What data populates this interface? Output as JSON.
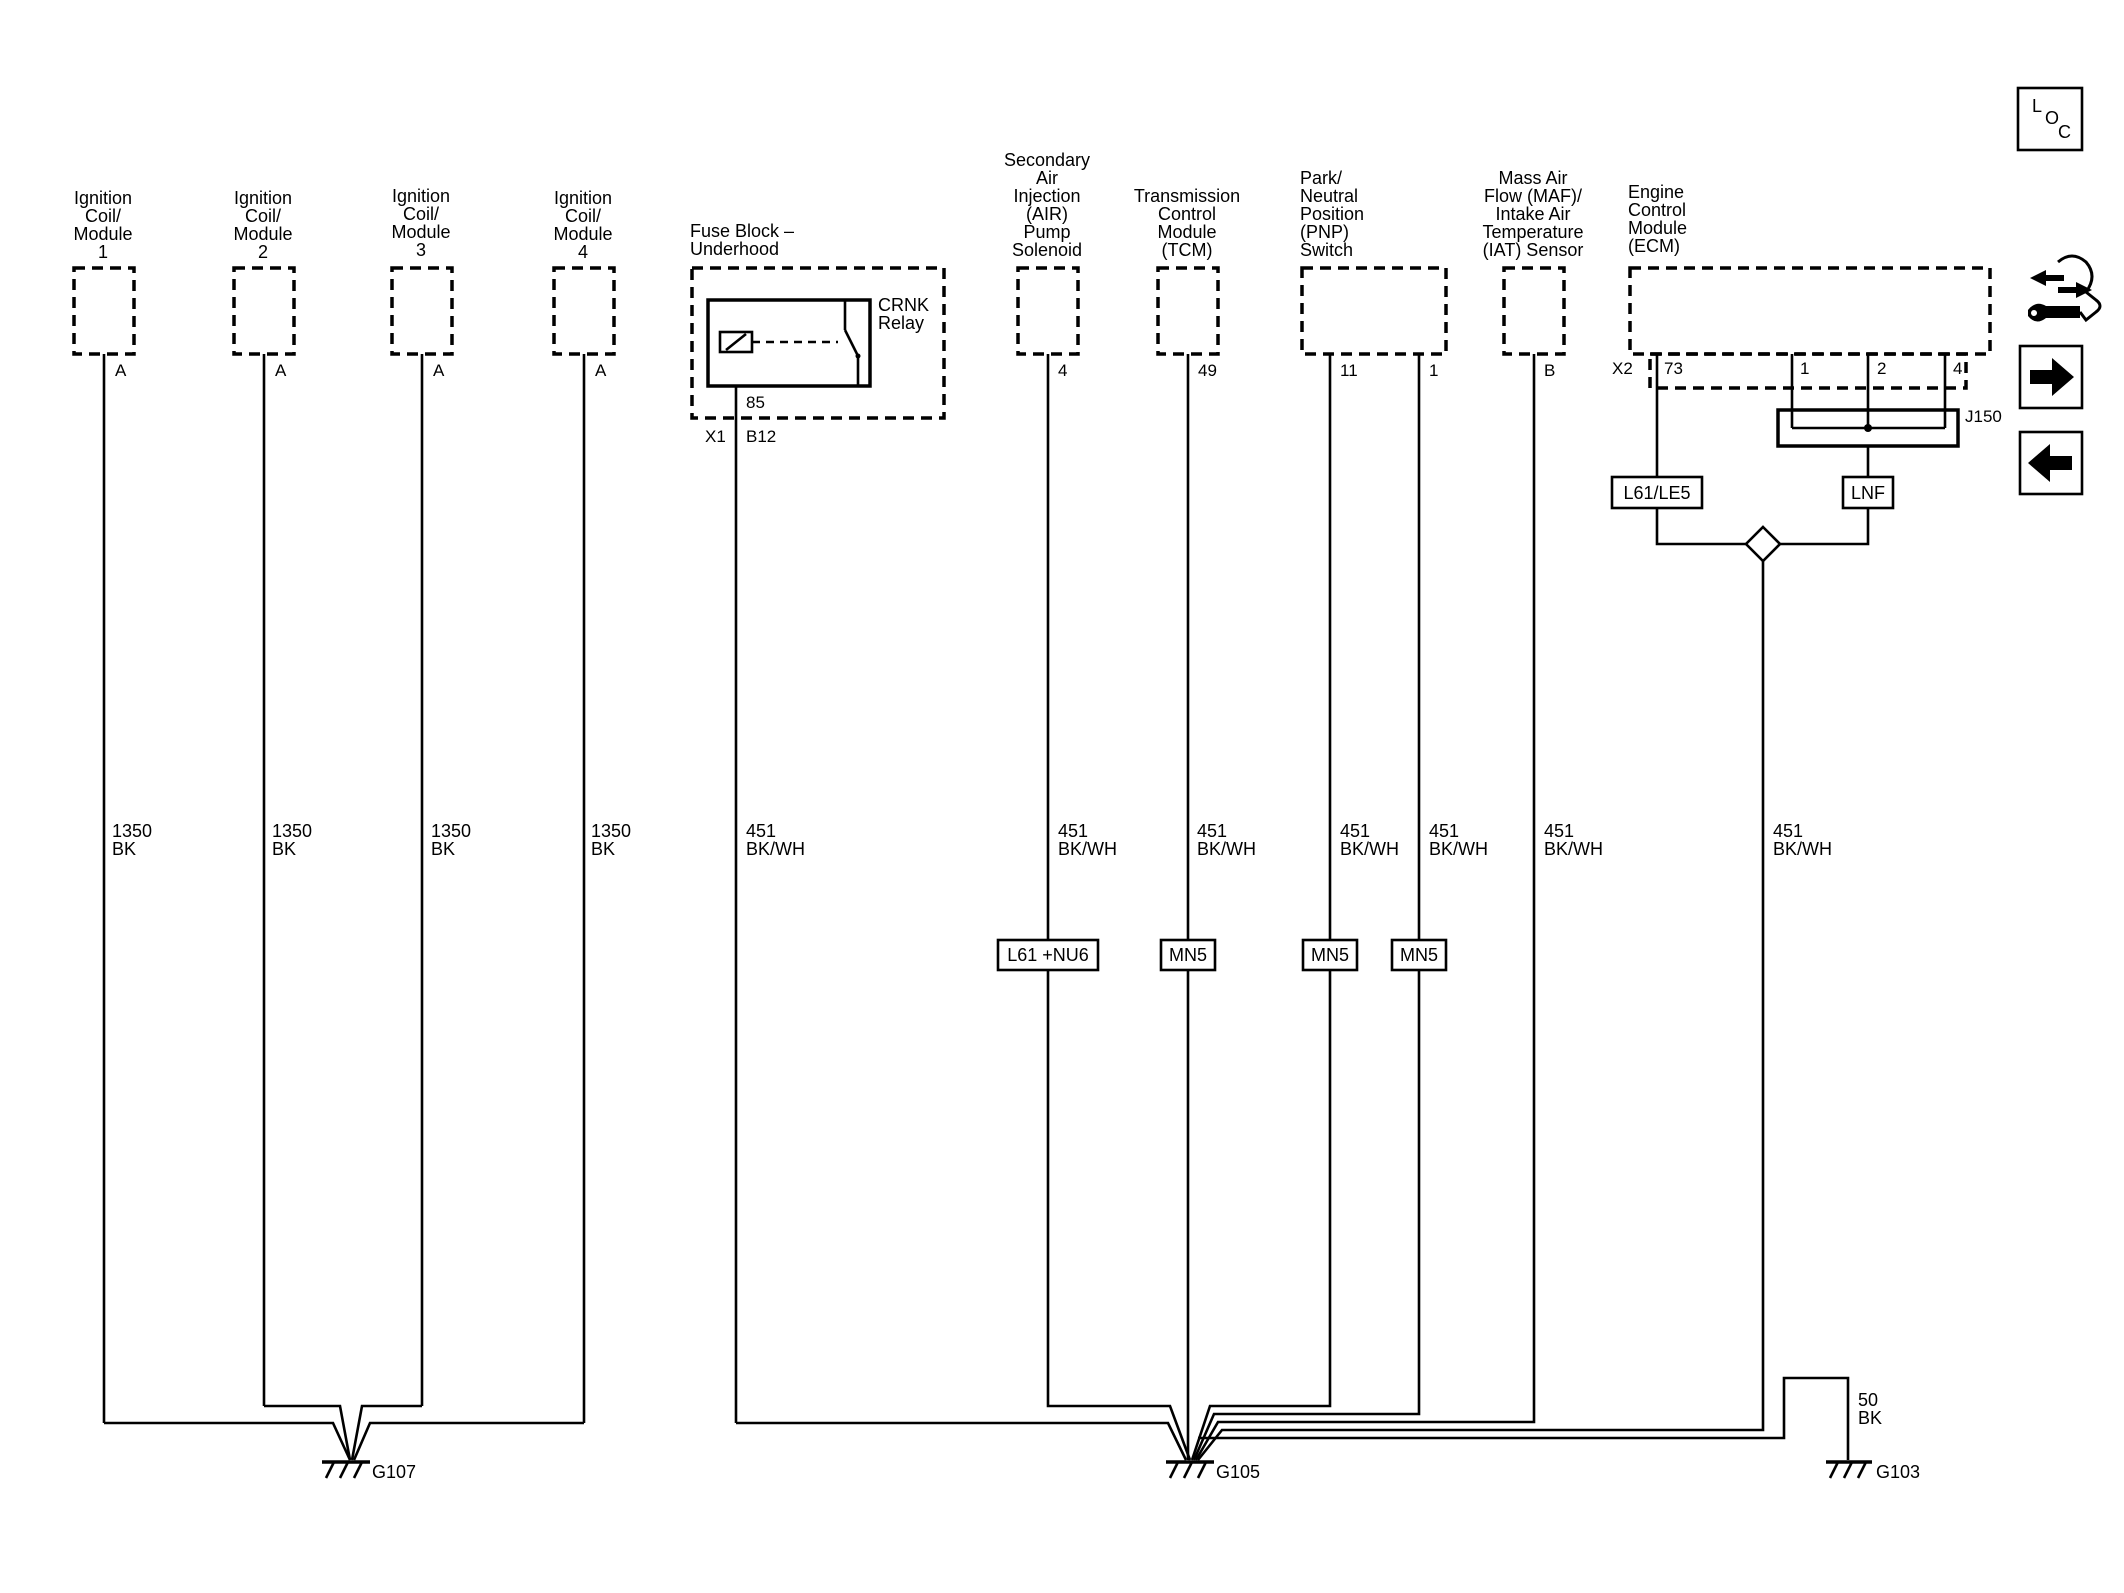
{
  "components": {
    "coil1": {
      "name": [
        "Ignition",
        "Coil/",
        "Module",
        "1"
      ],
      "pin": "A",
      "wire_circuit": "1350",
      "wire_color": "BK"
    },
    "coil2": {
      "name": [
        "Ignition",
        "Coil/",
        "Module",
        "2"
      ],
      "pin": "A",
      "wire_circuit": "1350",
      "wire_color": "BK"
    },
    "coil3": {
      "name": [
        "Ignition",
        "Coil/",
        "Module",
        "3"
      ],
      "pin": "A",
      "wire_circuit": "1350",
      "wire_color": "BK"
    },
    "coil4": {
      "name": [
        "Ignition",
        "Coil/",
        "Module",
        "4"
      ],
      "pin": "A",
      "wire_circuit": "1350",
      "wire_color": "BK"
    },
    "fuse_block": {
      "name": [
        "Fuse Block –",
        "Underhood"
      ],
      "relay": [
        "CRNK",
        "Relay"
      ],
      "relay_pin": "85",
      "connector": "X1",
      "pin": "B12",
      "wire_circuit": "451",
      "wire_color": "BK/WH"
    },
    "air_pump": {
      "name": [
        "Secondary",
        "Air",
        "Injection",
        "(AIR)",
        "Pump",
        "Solenoid"
      ],
      "pin": "4",
      "wire_circuit": "451",
      "wire_color": "BK/WH",
      "option": "L61 +NU6"
    },
    "tcm": {
      "name": [
        "Transmission",
        "Control",
        "Module",
        "(TCM)"
      ],
      "pin": "49",
      "wire_circuit": "451",
      "wire_color": "BK/WH",
      "option": "MN5"
    },
    "pnp": {
      "name": [
        "Park/",
        "Neutral",
        "Position",
        "(PNP)",
        "Switch"
      ],
      "pins": [
        "11",
        "1"
      ],
      "wire_circuit": "451",
      "wire_color": "BK/WH",
      "options": [
        "MN5",
        "MN5"
      ]
    },
    "maf": {
      "name": [
        "Mass Air",
        "Flow (MAF)/",
        "Intake Air",
        "Temperature",
        "(IAT) Sensor"
      ],
      "pin": "B",
      "wire_circuit": "451",
      "wire_color": "BK/WH"
    },
    "ecm": {
      "name": [
        "Engine",
        "Control",
        "Module",
        "(ECM)"
      ],
      "connector": "X2",
      "pins": [
        "73",
        "1",
        "2",
        "4"
      ],
      "splice": "J150",
      "options": [
        "L61/LE5",
        "LNF"
      ],
      "wire_circuit": "451",
      "wire_color": "BK/WH"
    }
  },
  "grounds": {
    "g107": "G107",
    "g105": "G105",
    "g103": {
      "label": "G103",
      "wire_circuit": "50",
      "wire_color": "BK"
    }
  },
  "nav": {
    "loc": [
      "L",
      "O",
      "C"
    ],
    "icons": [
      "connector-view-icon",
      "next-page-icon",
      "previous-page-icon"
    ]
  }
}
